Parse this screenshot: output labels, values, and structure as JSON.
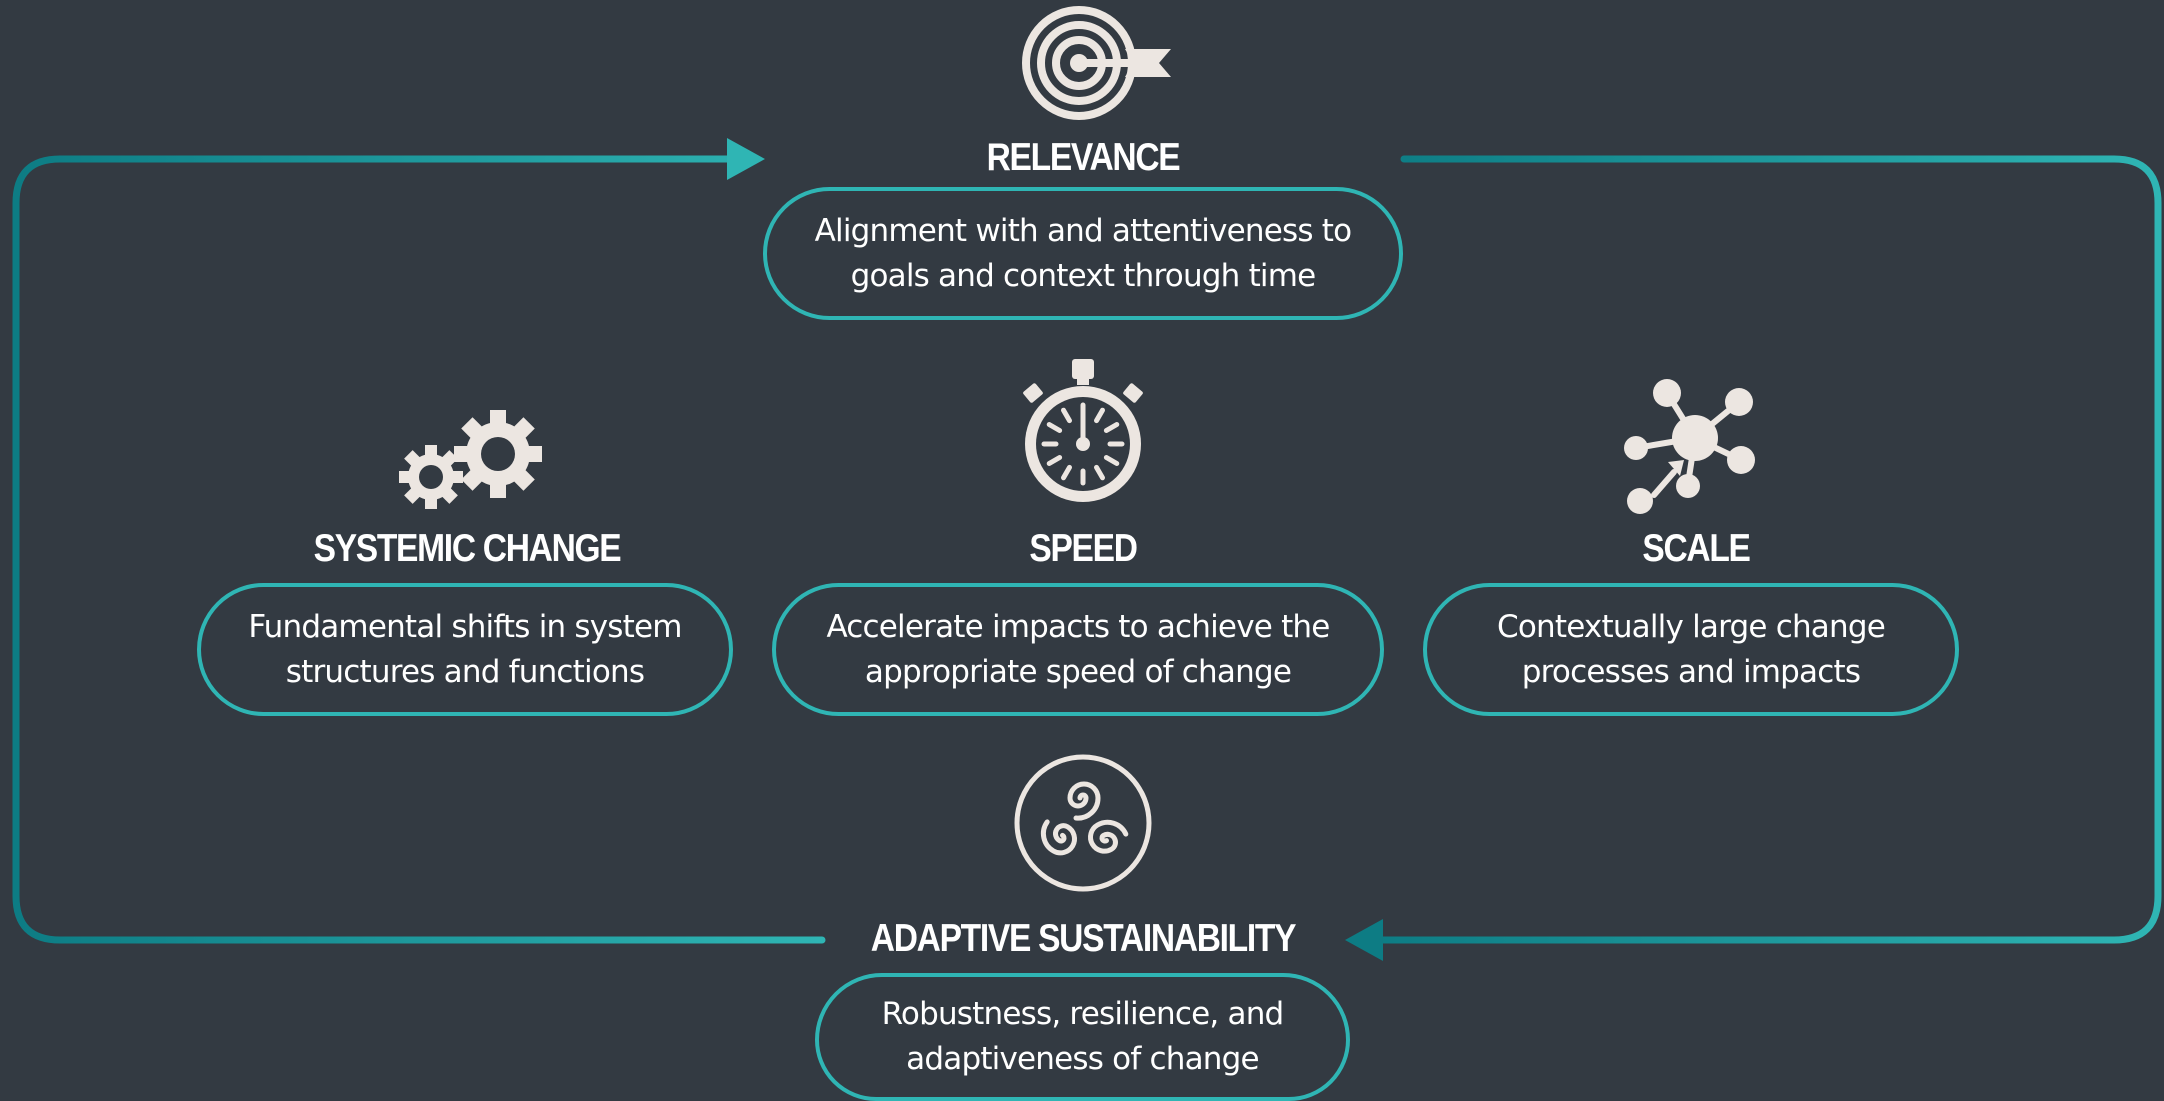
{
  "colors": {
    "background": "#333a42",
    "accent": "#2fb5b4",
    "accent_dark": "#0d7c84",
    "icon": "#ece6e1",
    "text": "#ffffff"
  },
  "nodes": {
    "relevance": {
      "icon": "target-icon",
      "title": "RELEVANCE",
      "description": "Alignment with and attentiveness to goals and context through time"
    },
    "systemic_change": {
      "icon": "gears-icon",
      "title": "SYSTEMIC CHANGE",
      "description": "Fundamental shifts in system structures and functions"
    },
    "speed": {
      "icon": "stopwatch-icon",
      "title": "SPEED",
      "description": "Accelerate impacts to achieve the appropriate speed of change"
    },
    "scale": {
      "icon": "network-icon",
      "title": "SCALE",
      "description": "Contextually large change processes and impacts"
    },
    "adaptive_sustainability": {
      "icon": "triskelion-icon",
      "title": "ADAPTIVE SUSTAINABILITY",
      "description": "Robustness, resilience, and adaptiveness of change"
    }
  }
}
